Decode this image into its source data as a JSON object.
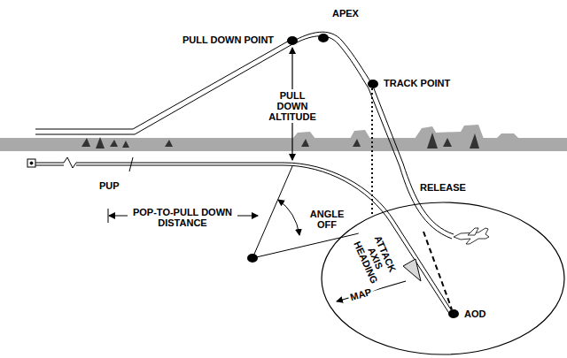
{
  "diagram": {
    "labels": [
      "PULL DOWN POINT",
      "APEX",
      "PULL DOWN ALTITUDE",
      "TRACK POINT",
      "PUP",
      "POP-TO-PULL DOWN DISTANCE",
      "ANGLE OFF",
      "RELEASE",
      "ATTACK AXIS HEADING",
      "MAP",
      "AOD"
    ]
  }
}
